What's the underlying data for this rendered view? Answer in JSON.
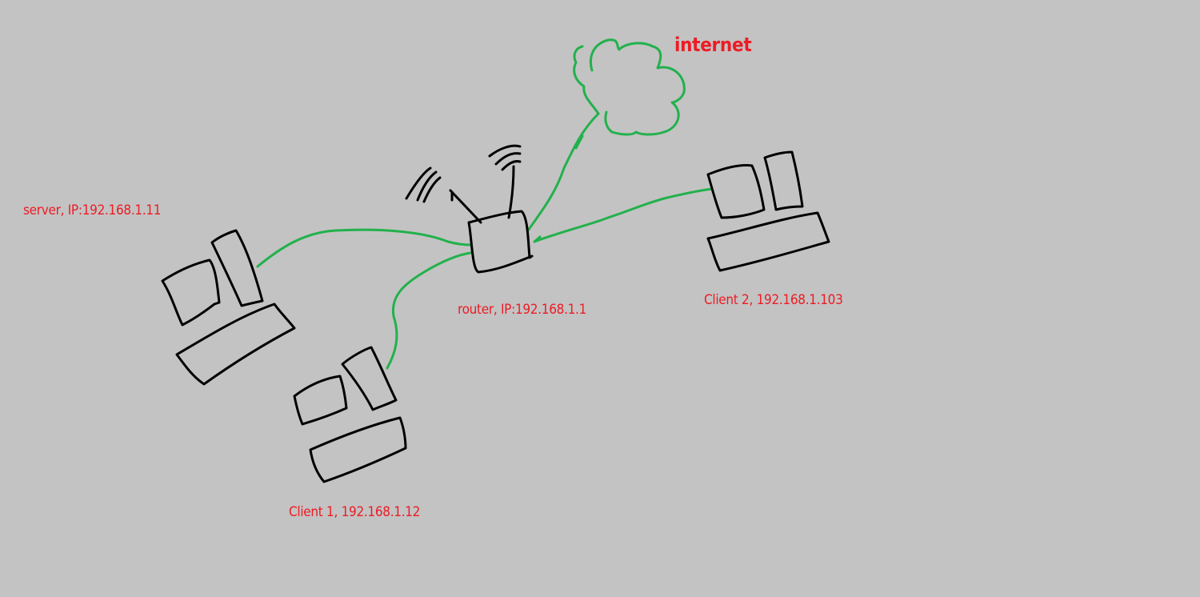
{
  "nodes": {
    "internet": {
      "label": "internet"
    },
    "router": {
      "label": "router, IP:192.168.1.1"
    },
    "server": {
      "label": "server, IP:192.168.1.11"
    },
    "client1": {
      "label": "Client 1, 192.168.1.12"
    },
    "client2": {
      "label": "Client 2, 192.168.1.103"
    }
  },
  "colors": {
    "background": "#c3c3c3",
    "label": "#ec1c24",
    "link": "#22b14c",
    "device": "#000000"
  }
}
